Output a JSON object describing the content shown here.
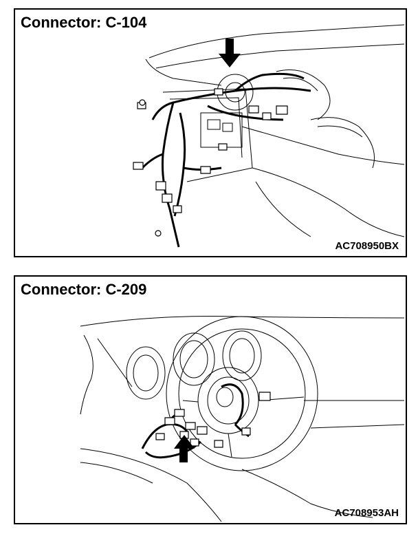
{
  "panels": [
    {
      "title": "Connector: C-104",
      "figure_code": "AC708950BX",
      "arrow_direction": "down"
    },
    {
      "title": "Connector: C-209",
      "figure_code": "AC708953AH",
      "arrow_direction": "up"
    }
  ]
}
